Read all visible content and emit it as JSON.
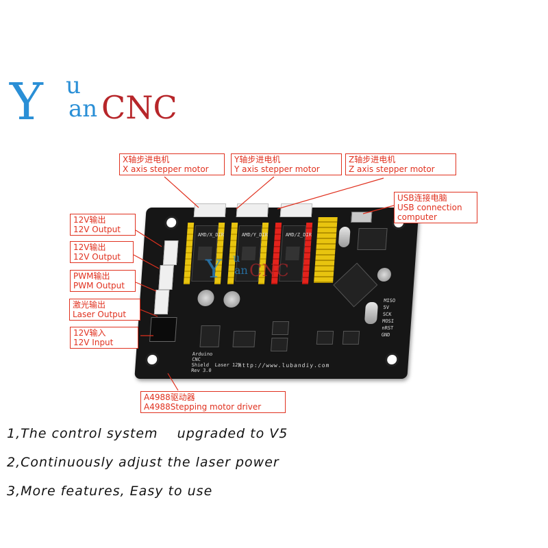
{
  "logo": {
    "y": "Y",
    "u": "u",
    "an": "an",
    "cnc": "CNC"
  },
  "callouts": {
    "x_motor": {
      "line1": "X轴步进电机",
      "line2": "X axis stepper motor"
    },
    "y_motor": {
      "line1": "Y轴步进电机",
      "line2": "Y axis stepper motor"
    },
    "z_motor": {
      "line1": "Z轴步进电机",
      "line2": "Z axis stepper motor"
    },
    "usb": {
      "line1": "USB连接电脑",
      "line2": "USB connection",
      "line3": "computer"
    },
    "out12a": {
      "line1": "12V输出",
      "line2": "12V Output"
    },
    "out12b": {
      "line1": "12V输出",
      "line2": "12V Output"
    },
    "pwm": {
      "line1": "PWM输出",
      "line2": "PWM Output"
    },
    "laser": {
      "line1": "激光输出",
      "line2": "Laser Output"
    },
    "in12": {
      "line1": "12V输入",
      "line2": "12V Input"
    },
    "driver": {
      "line1": "A4988驱动器",
      "line2": "A4988Stepping motor driver"
    }
  },
  "board": {
    "url": "http://www.lubandiy.com",
    "driver_labels": [
      "AMD/X_DIR",
      "AMD/Y_DIR",
      "AMD/Z_DIR"
    ],
    "left_silk": [
      "Arduino",
      "CNC",
      "Shield",
      "Rev 3.0"
    ],
    "laser_silk": "Laser 12V",
    "pin_labels": [
      "MISO",
      "5V",
      "SCK",
      "MOSI",
      "nRST",
      "GND"
    ]
  },
  "features": [
    "1,The control system    upgraded to V5",
    "2,Continuously adjust the laser power",
    "3,More features, Easy to use"
  ],
  "colors": {
    "callout": "#e0301e",
    "logo_blue": "#2a8fd6",
    "logo_red": "#b7262a",
    "board": "#161616"
  }
}
